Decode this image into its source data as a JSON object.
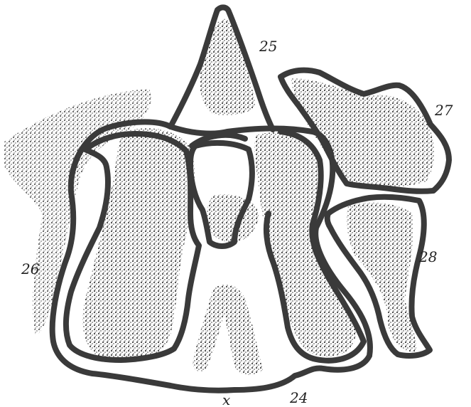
{
  "labels": {
    "region_25": "25",
    "region_27": "27",
    "region_28": "28",
    "region_26": "26",
    "region_24": "24",
    "marker_x": "x"
  },
  "colors": {
    "outline": "#3a3a3a",
    "stipple": "#7a7a7a",
    "background": "#ffffff"
  }
}
